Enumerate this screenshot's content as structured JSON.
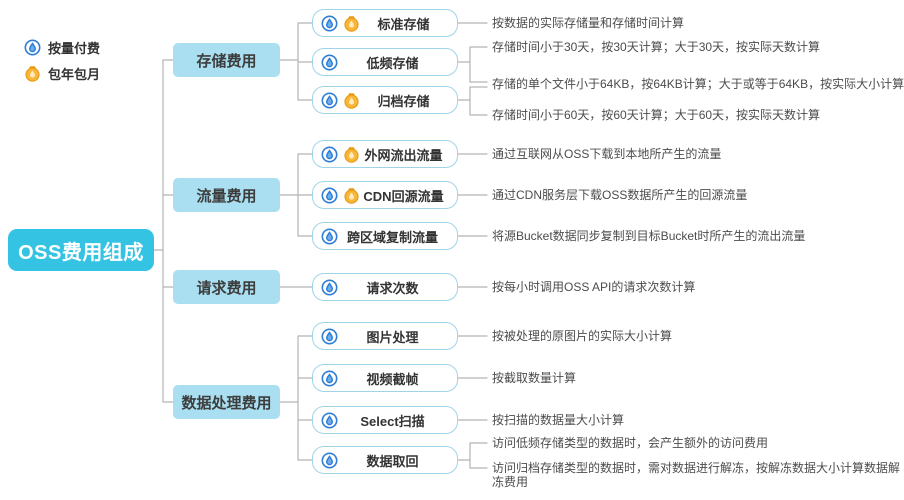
{
  "root": {
    "label": "OSS费用组成"
  },
  "legend": {
    "items": [
      {
        "name": "pay-as-you-go",
        "label": "按量付费"
      },
      {
        "name": "subscription",
        "label": "包年包月"
      }
    ]
  },
  "branches": [
    {
      "label": "存储费用",
      "leaves": [
        {
          "label": "标准存储",
          "billing": [
            "pay-as-you-go",
            "subscription"
          ],
          "descriptions": [
            "按数据的实际存储量和存储时间计算"
          ]
        },
        {
          "label": "低频存储",
          "billing": [
            "pay-as-you-go"
          ],
          "descriptions": [
            "存储时间小于30天，按30天计算；大于30天，按实际天数计算",
            "存储的单个文件小于64KB，按64KB计算；大于或等于64KB，按实际大小计算"
          ]
        },
        {
          "label": "归档存储",
          "billing": [
            "pay-as-you-go",
            "subscription"
          ],
          "descriptions": [
            "存储时间小于60天，按60天计算；大于60天，按实际天数计算"
          ]
        }
      ]
    },
    {
      "label": "流量费用",
      "leaves": [
        {
          "label": "外网流出流量",
          "billing": [
            "pay-as-you-go",
            "subscription"
          ],
          "descriptions": [
            "通过互联网从OSS下载到本地所产生的流量"
          ]
        },
        {
          "label": "CDN回源流量",
          "billing": [
            "pay-as-you-go",
            "subscription"
          ],
          "descriptions": [
            "通过CDN服务层下载OSS数据所产生的回源流量"
          ]
        },
        {
          "label": "跨区域复制流量",
          "billing": [
            "pay-as-you-go"
          ],
          "descriptions": [
            "将源Bucket数据同步复制到目标Bucket时所产生的流出流量"
          ]
        }
      ]
    },
    {
      "label": "请求费用",
      "leaves": [
        {
          "label": "请求次数",
          "billing": [
            "pay-as-you-go"
          ],
          "descriptions": [
            "按每小时调用OSS API的请求次数计算"
          ]
        }
      ]
    },
    {
      "label": "数据处理费用",
      "leaves": [
        {
          "label": "图片处理",
          "billing": [
            "pay-as-you-go"
          ],
          "descriptions": [
            "按被处理的原图片的实际大小计算"
          ]
        },
        {
          "label": "视频截帧",
          "billing": [
            "pay-as-you-go"
          ],
          "descriptions": [
            "按截取数量计算"
          ]
        },
        {
          "label": "Select扫描",
          "billing": [
            "pay-as-you-go"
          ],
          "descriptions": [
            "按扫描的数据量大小计算"
          ]
        },
        {
          "label": "数据取回",
          "billing": [
            "pay-as-you-go"
          ],
          "descriptions": [
            "访问低频存储类型的数据时，会产生额外的访问费用",
            "访问归档存储类型的数据时，需对数据进行解冻，按解冻数据大小计算数据解冻费用"
          ]
        }
      ]
    }
  ],
  "colors": {
    "root_bg": "#35c3e4",
    "branch_bg": "#a9dff1",
    "leaf_border": "#9fd4e8",
    "connector": "#b3b3b3",
    "pay_as_you_go_blue": "#2f7dd4",
    "subscription_orange": "#f8b63a",
    "description_text": "#4c4c4c"
  }
}
